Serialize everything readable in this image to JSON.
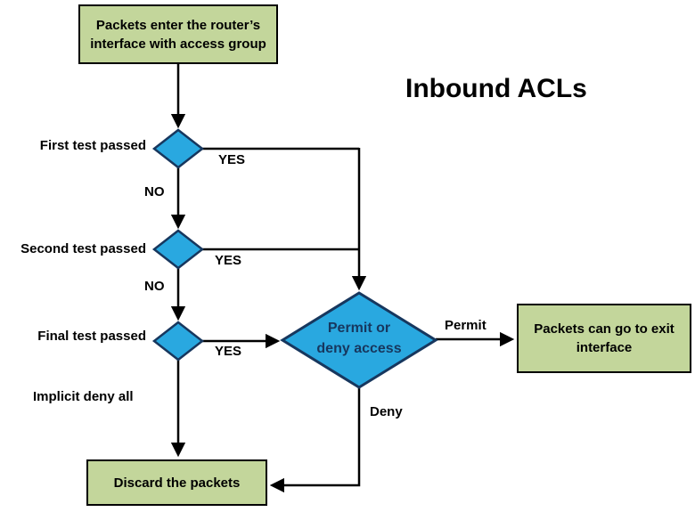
{
  "title": "Inbound ACLs",
  "colors": {
    "background": "#ffffff",
    "box_fill": "#c3d69b",
    "diamond_fill": "#29a8e0",
    "diamond_border": "#17375e",
    "diamond_text": "#17375e",
    "line": "#000000",
    "text": "#000000"
  },
  "nodes": {
    "start": {
      "label": "Packets enter the router’s interface with access group"
    },
    "test1": {
      "label": "First test passed"
    },
    "test2": {
      "label": "Second test passed"
    },
    "test3": {
      "label": "Final test passed"
    },
    "decision": {
      "label_line1": "Permit or",
      "label_line2": "deny access"
    },
    "exit": {
      "label": "Packets can go to exit interface"
    },
    "discard": {
      "label": "Discard the packets"
    }
  },
  "edges": {
    "yes1": "YES",
    "yes2": "YES",
    "yes3": "YES",
    "no1": "NO",
    "no2": "NO",
    "permit": "Permit",
    "deny": "Deny",
    "implicit": "Implicit deny all"
  }
}
